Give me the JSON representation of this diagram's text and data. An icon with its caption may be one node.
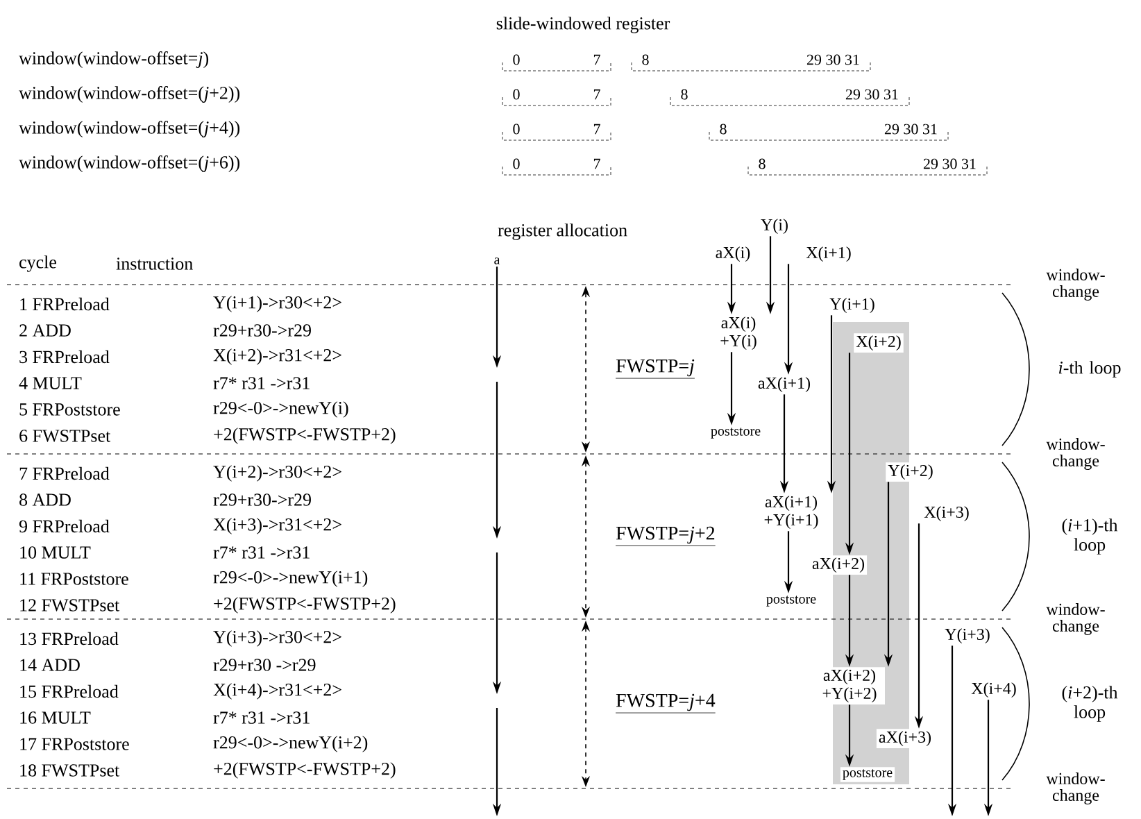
{
  "diagram": {
    "title": "slide-windowed register",
    "nodes": [
      {
        "text": [
          "Y(i)"
        ]
      },
      {
        "text": [
          "aX(i)"
        ]
      },
      {
        "text": [
          "X(i+1)"
        ]
      },
      {
        "text": [
          "aX(i) +Y(i)"
        ]
      },
      {
        "text": [
          "aX(i+1)"
        ]
      },
      {
        "text": [
          "poststore"
        ]
      },
      {
        "text": [
          "Y(i+1)"
        ]
      },
      {
        "text": [
          "X(i+2)"
        ]
      },
      {
        "text": [
          "aX(i+1) +Y(i+1)"
        ]
      },
      {
        "text": [
          "aX(i+2)"
        ]
      },
      {
        "text": [
          "poststore"
        ]
      },
      {
        "text": [
          "Y(i+2)"
        ]
      },
      {
        "text": [
          "X(i+3)"
        ]
      },
      {
        "text": [
          "aX(i+2) +Y(i+2)"
        ]
      },
      {
        "text": [
          "aX(i+3)"
        ]
      },
      {
        "text": [
          "poststore"
        ]
      },
      {
        "text": [
          "Y(i+3)"
        ]
      },
      {
        "text": [
          "X(i+4)"
        ]
      },
      {
        "text": [
          "a"
        ]
      }
    ],
    "edges": [
      {
        "from": 1,
        "to": 3,
        "arrow": "to"
      },
      {
        "from": 0,
        "to": 3,
        "arrow": "to"
      },
      {
        "from": 2,
        "to": 4,
        "arrow": "to"
      },
      {
        "from": 3,
        "to": 5,
        "arrow": "to"
      },
      {
        "from": 4,
        "to": 8,
        "arrow": "to"
      },
      {
        "from": 6,
        "to": 8,
        "arrow": "to"
      },
      {
        "from": 7,
        "to": 9,
        "arrow": "to"
      },
      {
        "from": 8,
        "to": 10,
        "arrow": "to"
      },
      {
        "from": 9,
        "to": 13,
        "arrow": "to"
      },
      {
        "from": 11,
        "to": 13,
        "arrow": "to"
      },
      {
        "from": 12,
        "to": 14,
        "arrow": "to"
      },
      {
        "from": 13,
        "to": 15,
        "arrow": "to"
      },
      {
        "from": 16,
        "to": null,
        "arrow": "to"
      },
      {
        "from": 17,
        "to": null,
        "arrow": "to"
      },
      {
        "from": 18,
        "to": null,
        "arrow": "to"
      }
    ],
    "labels": [
      "window(window-offset=*j*)",
      "window(window-offset=(*j*+2))",
      "window(window-offset=(*j*+4))",
      "window(window-offset=(*j*+6))",
      "0",
      "7",
      "8",
      "29 30 31",
      "0",
      "7",
      "8",
      "29 30 31",
      "0",
      "7",
      "8",
      "29 30 31",
      "0",
      "7",
      "8",
      "29 30 31",
      "register allocation",
      "cycle",
      "instruction",
      "window- change",
      "1 FRPreload",
      "Y(i+1)->r30<+2>",
      "2 ADD",
      "r29+r30->r29",
      "3 FRPreload",
      "X(i+2)->r31<+2>",
      "4 MULT",
      "r7* r31 ->r31",
      "5 FRPoststore",
      "r29<-0>->newY(i)",
      "6 FWSTPset",
      "+2(FWSTP<-FWSTP+2)",
      "FWSTP=*j*",
      "*i*-th loop",
      "window- change",
      "7 FRPreload",
      "Y(i+2)->r30<+2>",
      "8 ADD",
      "r29+r30->r29",
      "9 FRPreload",
      "X(i+3)->r31<+2>",
      "10 MULT",
      "r7* r31 ->r31",
      "11 FRPoststore",
      "r29<-0>->newY(i+1)",
      "12 FWSTPset",
      "+2(FWSTP<-FWSTP+2)",
      "FWSTP=*j*+2",
      "(*i*+1)-th loop",
      "window- change",
      "13 FRPreload",
      "Y(i+3)->r30<+2>",
      "14 ADD",
      "r29+r30 ->r29",
      "15 FRPreload",
      "X(i+4)->r31<+2>",
      "16 MULT",
      "r7* r31 ->r31",
      "17 FRPoststore",
      "r29<-0>->newY(i+2)",
      "18 FWSTPset",
      "+2(FWSTP<-FWSTP+2)",
      "FWSTP=*j*+4",
      "(*i*+2)-th loop",
      "window- change"
    ]
  }
}
